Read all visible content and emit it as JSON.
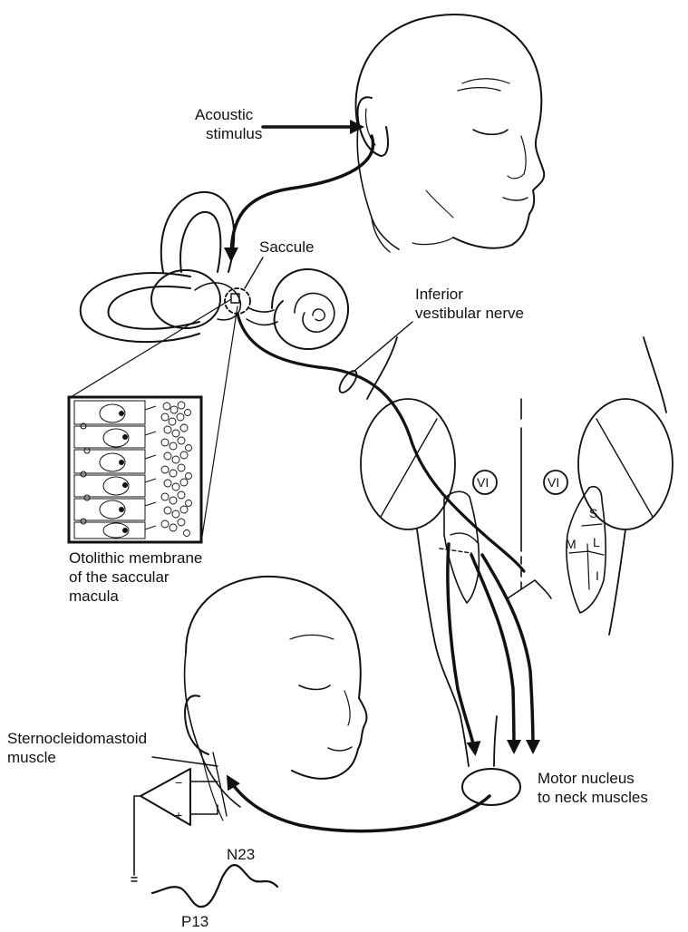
{
  "labels": {
    "acoustic_line1": "Acoustic",
    "acoustic_line2": "stimulus",
    "saccule": "Saccule",
    "nerve_line1": "Inferior",
    "nerve_line2": "vestibular nerve",
    "oto_line1": "Otolithic membrane",
    "oto_line2": "of the saccular",
    "oto_line3": "macula",
    "scm_line1": "Sternocleidomastoid",
    "scm_line2": "muscle",
    "motor_line1": "Motor nucleus",
    "motor_line2": "to neck muscles",
    "vi_left": "VI",
    "vi_right": "VI",
    "nucleus_s": "S",
    "nucleus_m": "M",
    "nucleus_l": "L",
    "nucleus_i": "I",
    "amp_minus": "−",
    "amp_plus": "+",
    "n23": "N23",
    "p13": "P13"
  }
}
